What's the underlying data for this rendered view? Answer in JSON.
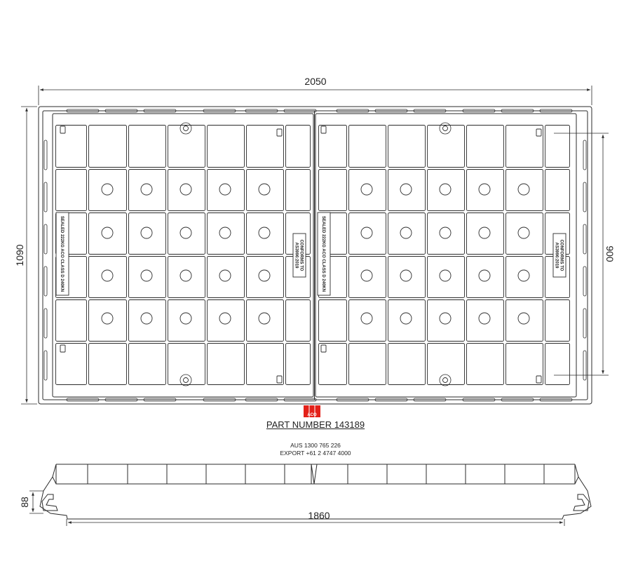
{
  "dimensions": {
    "overall_length": "2050",
    "overall_width": "1090",
    "opening_width": "900",
    "section_height": "88",
    "section_length": "1860"
  },
  "part_number": "PART NUMBER 143189",
  "contact": {
    "aus": "AUS 1300 765 226",
    "export": "EXPORT +61 2 4747 4000"
  },
  "brand": {
    "logo_text": "ACO",
    "logo_color": "#e32119"
  },
  "markings": {
    "sealed_line1": "SEALED",
    "sealed_line2": "222KG",
    "class_line1": "CLASS D",
    "class_line2": "240KN",
    "conforms_line1": "CONFORMS TO",
    "conforms_line2": "AS3996:2019"
  },
  "colors": {
    "line": "#2b2b2b",
    "fill": "#ffffff"
  }
}
